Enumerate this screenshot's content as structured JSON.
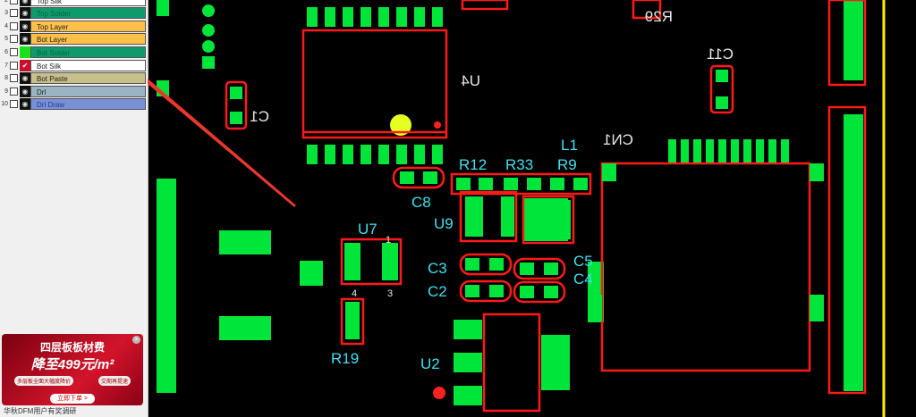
{
  "layers": [
    {
      "num": "2",
      "name": "Top Silk",
      "color": "#ffffff",
      "eye": true
    },
    {
      "num": "3",
      "name": "Top Solder",
      "color": "#0f9a6e",
      "eye": true
    },
    {
      "num": "4",
      "name": "Top Layer",
      "color": "#ffc04a",
      "eye": true
    },
    {
      "num": "5",
      "name": "Bot Layer",
      "color": "#ffc04a",
      "eye": true
    },
    {
      "num": "6",
      "name": "Bot Solder",
      "color": "#0f9a6e",
      "eye": false
    },
    {
      "num": "7",
      "name": "Bot Silk",
      "color": "#ffffff",
      "eye": false,
      "checked": true
    },
    {
      "num": "8",
      "name": "Bot Paste",
      "color": "#c8c08a",
      "eye": true
    },
    {
      "num": "9",
      "name": "Drl",
      "color": "#9ab4c4",
      "eye": true
    },
    {
      "num": "10",
      "name": "Drl Draw",
      "color": "#7890d8",
      "eye": true
    }
  ],
  "ad": {
    "title": "四层板板材费",
    "price": "降至499元/m²",
    "tag1": "多层板全面大幅度降价",
    "tag2": "交期再提速",
    "cta": "立即下单 >",
    "caption": "华秋DFM用户有奖调研"
  },
  "pcb": {
    "labels": {
      "u4": "U4",
      "c1": "C1",
      "c11": "C11",
      "r29": "R29",
      "cn1": "CN1",
      "r12": "R12",
      "r33": "R33",
      "l1": "L1",
      "r9": "R9",
      "c8": "C8",
      "u9": "U9",
      "u7": "U7",
      "c3": "C3",
      "c2": "C2",
      "c5": "C5",
      "c4": "C4",
      "r19": "R19",
      "u2": "U2",
      "p1": "1",
      "p3": "3",
      "p4": "4"
    },
    "colors": {
      "pad": "#00e53a",
      "outline": "#ff1a1a",
      "silk": "#40e0f0",
      "board_edge": "#ffee00"
    }
  }
}
